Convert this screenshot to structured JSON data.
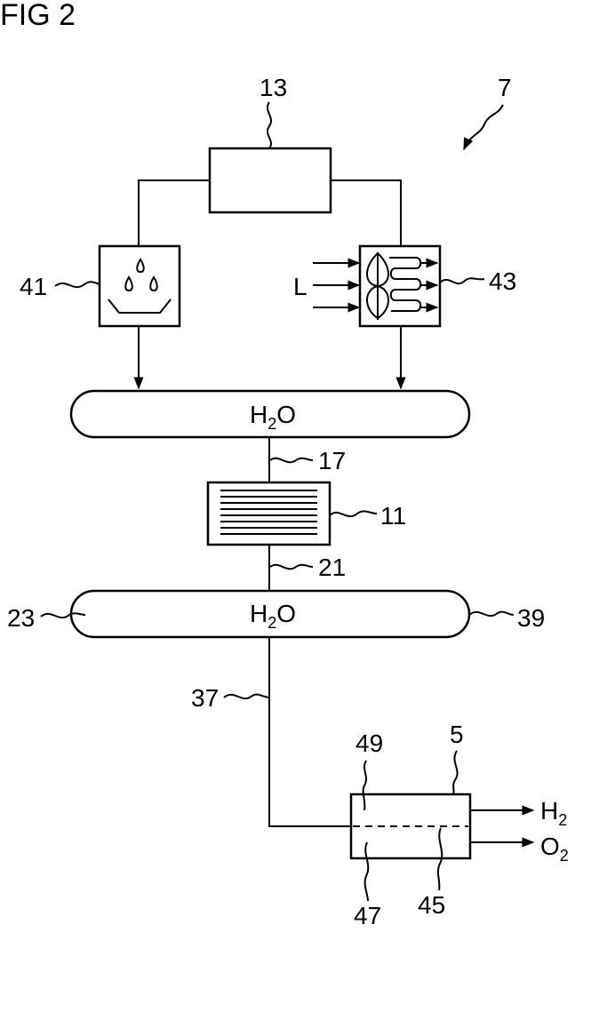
{
  "figure": {
    "title": "FIG 2"
  },
  "refs": {
    "system": "7",
    "controller": "13",
    "condenser": "41",
    "air_extractor": "43",
    "air_input": "L",
    "pipe_upper": "17",
    "purifier": "11",
    "pipe_lower": "21",
    "tank_left": "23",
    "tank_right": "39",
    "feed_line": "37",
    "electrolyzer": "5",
    "chamber_top": "49",
    "membrane": "45",
    "chamber_bottom": "47"
  },
  "tanks": {
    "upper": {
      "main": "H",
      "sub": "2",
      "tail": "O"
    },
    "lower": {
      "main": "H",
      "sub": "2",
      "tail": "O"
    }
  },
  "outputs": {
    "hydrogen": {
      "main": "H",
      "sub": "2"
    },
    "oxygen": {
      "main": "O",
      "sub": "2"
    }
  }
}
